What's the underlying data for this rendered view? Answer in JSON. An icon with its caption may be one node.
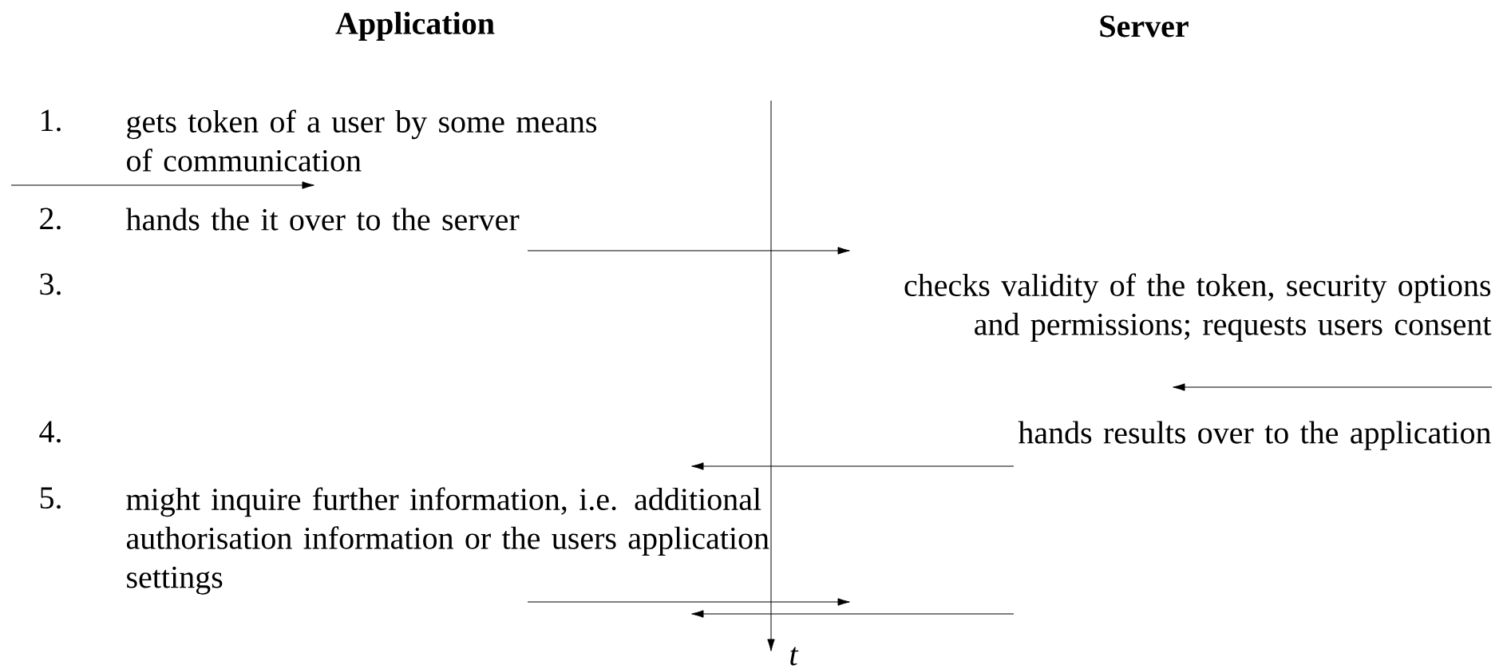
{
  "diagram": {
    "labels": [
      "Application",
      "Server",
      "1.",
      "gets token of a user by some means of communication",
      "2.",
      "hands the it over to the server",
      "3.",
      "checks validity of the token, security options and permissions; requests users consent",
      "4.",
      "hands results over to the application",
      "5.",
      "might inquire further information, i.e. additional authorisation information or the users application settings",
      "t"
    ]
  }
}
